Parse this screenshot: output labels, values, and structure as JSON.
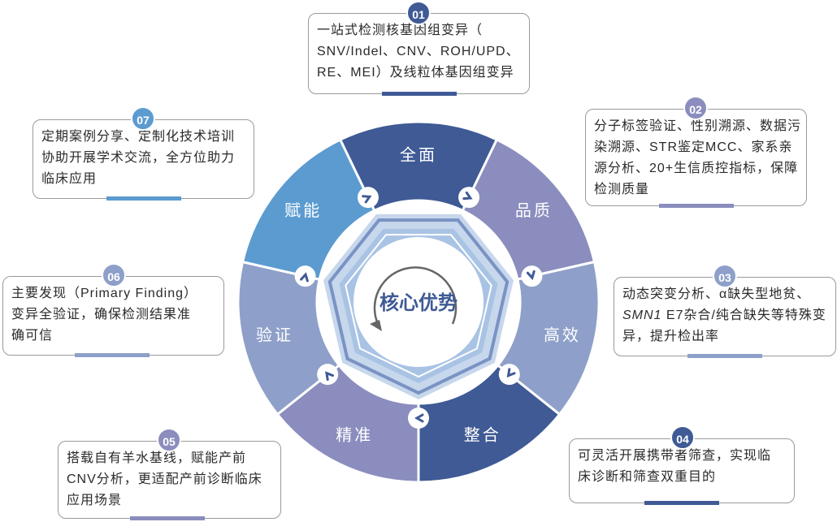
{
  "center": {
    "title": "核心优势"
  },
  "segments": [
    {
      "label": "全面",
      "color": "#3f5a95"
    },
    {
      "label": "品质",
      "color": "#8a8dbd"
    },
    {
      "label": "高效",
      "color": "#8ea0c9"
    },
    {
      "label": "整合",
      "color": "#3f5a95"
    },
    {
      "label": "精准",
      "color": "#8a8dbd"
    },
    {
      "label": "验证",
      "color": "#8ea0c9"
    },
    {
      "label": "赋能",
      "color": "#5b9bd0"
    }
  ],
  "cards": [
    {
      "num": "01",
      "lines": [
        "一站式检测核基因组变异（",
        "SNV/Indel、CNV、ROH/UPD、",
        "RE、MEI）及线粒体基因组变异"
      ],
      "accent": "#3f5a95"
    },
    {
      "num": "02",
      "lines": [
        "分子标签验证、性别溯源、数据污",
        "染溯源、STR鉴定MCC、家系亲",
        "源分析、20+生信质控指标，保障",
        "检测质量"
      ],
      "accent": "#8a8dbd"
    },
    {
      "num": "03",
      "lines": [
        "动态突变分析、α缺失型地贫、",
        "E7杂合/纯合缺失等特殊变",
        "异，提升检出率"
      ],
      "gene": "SMN1",
      "accent": "#8ea0c9"
    },
    {
      "num": "04",
      "lines": [
        "可灵活开展携带者筛查，实现临",
        "床诊断和筛查双重目的"
      ],
      "accent": "#3f5a95"
    },
    {
      "num": "05",
      "lines": [
        "搭载自有羊水基线，赋能产前",
        "CNV分析，更适配产前诊断临床",
        "应用场景"
      ],
      "accent": "#8a8dbd"
    },
    {
      "num": "06",
      "lines": [
        "主要发现（Primary  Finding）",
        "变异全验证，确保检测结果准",
        "确可信"
      ],
      "accent": "#8ea0c9"
    },
    {
      "num": "07",
      "lines": [
        "定期案例分享、定制化技术培训",
        "协助开展学术交流，全方位助力",
        "临床应用"
      ],
      "accent": "#5b9bd0"
    }
  ]
}
